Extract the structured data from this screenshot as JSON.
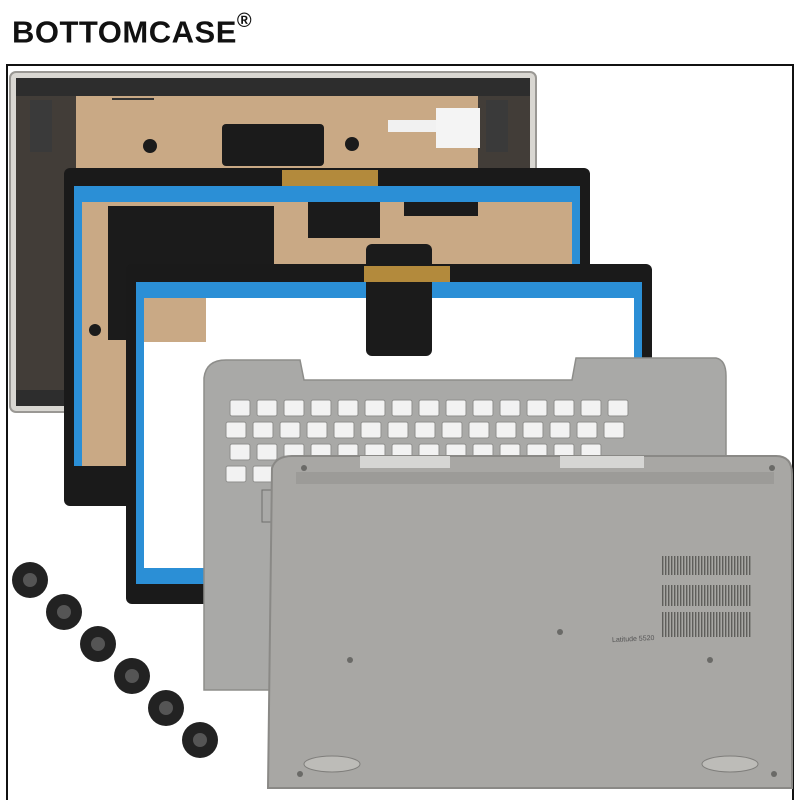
{
  "brand": {
    "name": "BOTTOMCASE",
    "mark": "®"
  },
  "product": {
    "model_label": "Latitude 5520",
    "screws_count": 6,
    "colors": {
      "lid": "#c9a985",
      "bezel": "#1a1a1a",
      "tape": "#2b8fd6",
      "palmrest": "#a9a9a7",
      "bottom_case": "#a8a7a4",
      "screw": "#222222"
    }
  }
}
